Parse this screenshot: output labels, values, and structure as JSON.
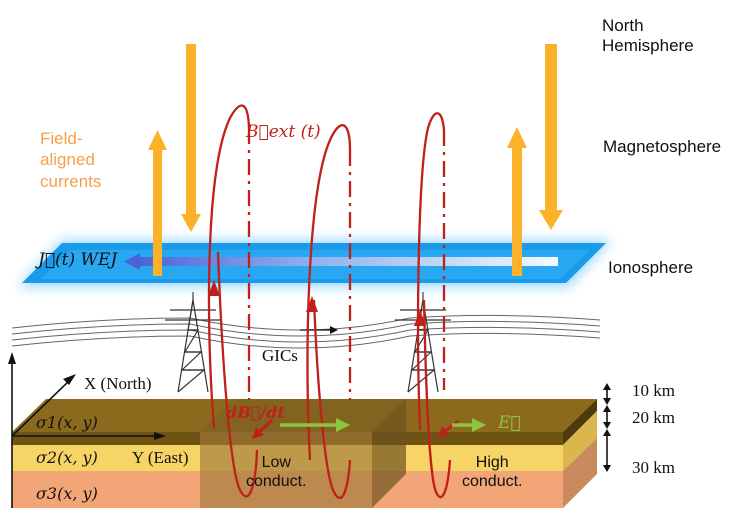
{
  "labels": {
    "north_hemisphere": "North\nHemisphere",
    "magnetosphere": "Magnetosphere",
    "ionosphere": "Ionosphere",
    "field_aligned_currents": "Field-\naligned\ncurrents",
    "b_ext": "B⃗ext (t)",
    "j_wej": "J⃗(t) WEJ",
    "gics": "GICs",
    "x_north": "X (North)",
    "y_east": "Y (East)",
    "sigma1": "σ1(x, y)",
    "sigma2": "σ2(x, y)",
    "sigma3": "σ3(x, y)",
    "db_dt": "dB⃗/dt",
    "e_field": "E⃗",
    "low_conduct": "Low\nconduct.",
    "high_conduct": "High\nconduct.",
    "layer_10km": "10 km",
    "layer_20km": "20 km",
    "layer_30km": "30 km"
  },
  "colors": {
    "orange_arrow": "#fbb12a",
    "field_red": "#c0201a",
    "ionosphere_blue": "#1a9bea",
    "ionosphere_glow": "#8fd3ff",
    "layer1_brown": "#8b6a1e",
    "layer2_yellow": "#f7d466",
    "layer3_salmon": "#f2a576",
    "e_field_green": "#8cc63f",
    "text_orange": "#f5a04a"
  }
}
